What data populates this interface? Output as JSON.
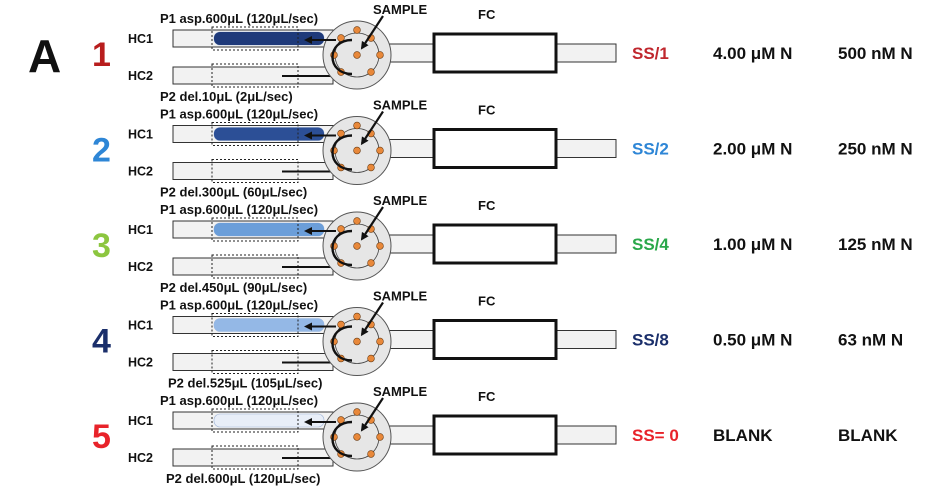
{
  "figure": {
    "panel_label": "A",
    "colors": {
      "tube_fill": "#f2f2f2",
      "tube_stroke": "#333333",
      "valve_fill": "#e6e6e6",
      "port_fill": "#e8883a",
      "dark_blue": "#1f3a7a",
      "mid_blue": "#4f7fc9",
      "light_blue": "#8ab3e4",
      "pale_blue": "#e8eef8"
    },
    "rows": [
      {
        "step": "1",
        "step_color": "#b81d1d",
        "hc1": "HC1",
        "hc2": "HC2",
        "p1": "P1 asp.600μL (120μL/sec)",
        "p2": "P2 del.10μL (2μL/sec)",
        "sample": "SAMPLE",
        "fc": "FC",
        "ss": "SS/1",
        "ss_color": "#c0272d",
        "conc_um": "4.00 μM N",
        "conc_nm": "500  nM N",
        "fill_color": "#1f3a7a",
        "fill_level": 1.0
      },
      {
        "step": "2",
        "step_color": "#2e86d6",
        "hc1": "HC1",
        "hc2": "HC2",
        "p1": "P1 asp.600μL (120μL/sec)",
        "p2": "P2 del.300μL (60μL/sec)",
        "sample": "SAMPLE",
        "fc": "FC",
        "ss": "SS/2",
        "ss_color": "#2e86d6",
        "conc_um": "2.00 μM N",
        "conc_nm": "250  nM N",
        "fill_color": "#2c4f96",
        "fill_level": 0.5
      },
      {
        "step": "3",
        "step_color": "#8cc63f",
        "hc1": "HC1",
        "hc2": "HC2",
        "p1": "P1 asp.600μL (120μL/sec)",
        "p2": "P2 del.450μL (90μL/sec)",
        "sample": "SAMPLE",
        "fc": "FC",
        "ss": "SS/4",
        "ss_color": "#2aa84a",
        "conc_um": "1.00 μM N",
        "conc_nm": "125  nM N",
        "fill_color": "#6b9ed9",
        "fill_level": 0.25
      },
      {
        "step": "4",
        "step_color": "#1b2f6b",
        "hc1": "HC1",
        "hc2": "HC2",
        "p1": "P1 asp.600μL (120μL/sec)",
        "p2": "P2 del.525μL (105μL/sec)",
        "sample": "SAMPLE",
        "fc": "FC",
        "ss": "SS/8",
        "ss_color": "#1b2f6b",
        "conc_um": "0.50 μM N",
        "conc_nm": "63  nM N",
        "fill_color": "#94b8e6",
        "fill_level": 0.125
      },
      {
        "step": "5",
        "step_color": "#e8232a",
        "hc1": "HC1",
        "hc2": "HC2",
        "p1": "P1 asp.600μL (120μL/sec)",
        "p2": "P2 del.600μL (120μL/sec)",
        "sample": "SAMPLE",
        "fc": "FC",
        "ss": "SS= 0",
        "ss_color": "#e8232a",
        "conc_um": "BLANK",
        "conc_nm": "BLANK",
        "fill_color": "#eef2fa",
        "fill_level": 0.0
      }
    ]
  }
}
